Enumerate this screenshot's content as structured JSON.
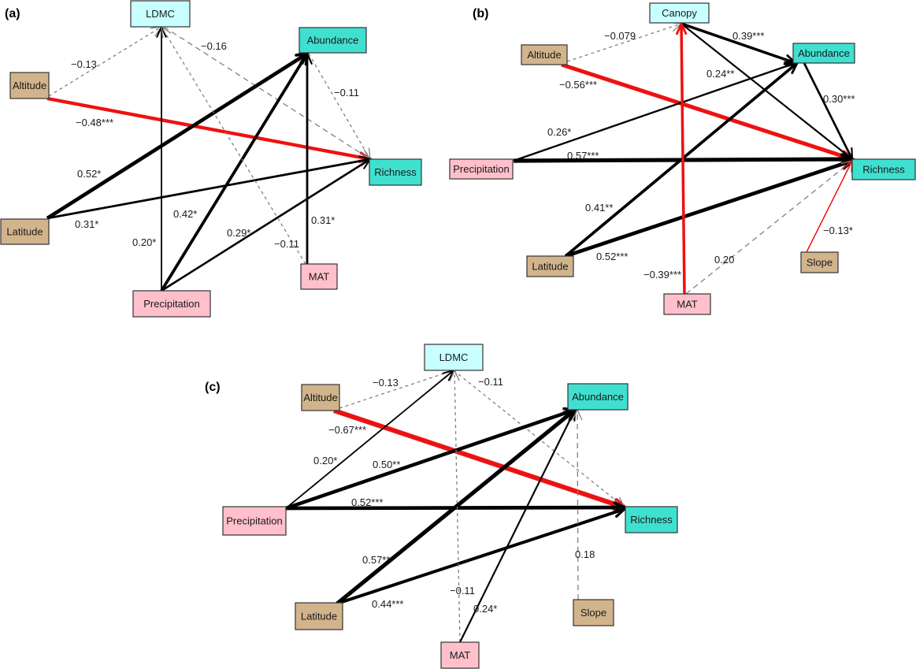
{
  "figure": {
    "legend": {
      "significant_positive": "solid black arrow",
      "significant_negative": "solid red arrow",
      "non_significant": "dashed grey arrow"
    },
    "colors": {
      "positive": "#000000",
      "negative": "#ee1111",
      "nonsignificant": "#808080",
      "trait_box": "#c8ffff",
      "response_box": "#40e0d0",
      "geo_box": "#d2b48c",
      "climate_box": "#ffc0cb",
      "box_border": "#333333"
    },
    "panels": [
      {
        "id": "a",
        "label": "(a)",
        "nodes": [
          {
            "id": "LDMC",
            "text": "LDMC",
            "type": "trait_box"
          },
          {
            "id": "Abundance",
            "text": "Abundance",
            "type": "response_box"
          },
          {
            "id": "Altitude",
            "text": "Altitude",
            "type": "geo_box"
          },
          {
            "id": "Richness",
            "text": "Richness",
            "type": "response_box"
          },
          {
            "id": "Latitude",
            "text": "Latitude",
            "type": "geo_box"
          },
          {
            "id": "MAT",
            "text": "MAT",
            "type": "climate_box"
          },
          {
            "id": "Precipitation",
            "text": "Precipitation",
            "type": "climate_box"
          }
        ],
        "edges": [
          {
            "from": "Altitude",
            "to": "LDMC",
            "coef": -0.13,
            "label": "−0.13",
            "sig": ""
          },
          {
            "from": "Altitude",
            "to": "Richness",
            "coef": -0.48,
            "label": "−0.48***",
            "sig": "***"
          },
          {
            "from": "LDMC",
            "to": "Richness",
            "coef": -0.16,
            "label": "−0.16",
            "sig": ""
          },
          {
            "from": "Abundance",
            "to": "Richness",
            "coef": -0.11,
            "label": "−0.11",
            "sig": ""
          },
          {
            "from": "Latitude",
            "to": "Abundance",
            "coef": 0.52,
            "label": "0.52*",
            "sig": "*"
          },
          {
            "from": "Latitude",
            "to": "Richness",
            "coef": 0.31,
            "label": "0.31*",
            "sig": "*"
          },
          {
            "from": "Precipitation",
            "to": "LDMC",
            "coef": 0.2,
            "label": "0.20*",
            "sig": "*"
          },
          {
            "from": "Precipitation",
            "to": "Abundance",
            "coef": 0.42,
            "label": "0.42*",
            "sig": "*"
          },
          {
            "from": "Precipitation",
            "to": "Richness",
            "coef": 0.29,
            "label": "0.29*",
            "sig": "*"
          },
          {
            "from": "MAT",
            "to": "Abundance",
            "coef": 0.31,
            "label": "0.31*",
            "sig": "*"
          },
          {
            "from": "MAT",
            "to": "LDMC",
            "coef": -0.11,
            "label": "−0.11",
            "sig": ""
          }
        ]
      },
      {
        "id": "b",
        "label": "(b)",
        "nodes": [
          {
            "id": "Canopy",
            "text": "Canopy",
            "type": "trait_box"
          },
          {
            "id": "Abundance",
            "text": "Abundance",
            "type": "response_box"
          },
          {
            "id": "Altitude",
            "text": "Altitude",
            "type": "geo_box"
          },
          {
            "id": "Precipitation",
            "text": "Precipitation",
            "type": "climate_box"
          },
          {
            "id": "Richness",
            "text": "Richness",
            "type": "response_box"
          },
          {
            "id": "Latitude",
            "text": "Latitude",
            "type": "geo_box"
          },
          {
            "id": "Slope",
            "text": "Slope",
            "type": "geo_box"
          },
          {
            "id": "MAT",
            "text": "MAT",
            "type": "climate_box"
          }
        ],
        "edges": [
          {
            "from": "Altitude",
            "to": "Canopy",
            "coef": -0.079,
            "label": "−0.079",
            "sig": ""
          },
          {
            "from": "Altitude",
            "to": "Richness",
            "coef": -0.56,
            "label": "−0.56***",
            "sig": "***"
          },
          {
            "from": "Canopy",
            "to": "Abundance",
            "coef": 0.39,
            "label": "0.39***",
            "sig": "***"
          },
          {
            "from": "Canopy",
            "to": "Richness",
            "coef": 0.24,
            "label": "0.24**",
            "sig": "**"
          },
          {
            "from": "Abundance",
            "to": "Richness",
            "coef": 0.3,
            "label": "0.30***",
            "sig": "***"
          },
          {
            "from": "Precipitation",
            "to": "Abundance",
            "coef": 0.26,
            "label": "0.26*",
            "sig": "*"
          },
          {
            "from": "Precipitation",
            "to": "Richness",
            "coef": 0.57,
            "label": "0.57***",
            "sig": "***"
          },
          {
            "from": "Latitude",
            "to": "Abundance",
            "coef": 0.41,
            "label": "0.41**",
            "sig": "**"
          },
          {
            "from": "Latitude",
            "to": "Richness",
            "coef": 0.52,
            "label": "0.52***",
            "sig": "***"
          },
          {
            "from": "MAT",
            "to": "Canopy",
            "coef": -0.39,
            "label": "−0.39***",
            "sig": "***"
          },
          {
            "from": "MAT",
            "to": "Richness",
            "coef": 0.2,
            "label": "0.20",
            "sig": ""
          },
          {
            "from": "Slope",
            "to": "Richness",
            "coef": -0.13,
            "label": "−0.13*",
            "sig": "*"
          }
        ]
      },
      {
        "id": "c",
        "label": "(c)",
        "nodes": [
          {
            "id": "LDMC",
            "text": "LDMC",
            "type": "trait_box"
          },
          {
            "id": "Altitude",
            "text": "Altitude",
            "type": "geo_box"
          },
          {
            "id": "Abundance",
            "text": "Abundance",
            "type": "response_box"
          },
          {
            "id": "Precipitation",
            "text": "Precipitation",
            "type": "climate_box"
          },
          {
            "id": "Richness",
            "text": "Richness",
            "type": "response_box"
          },
          {
            "id": "Latitude",
            "text": "Latitude",
            "type": "geo_box"
          },
          {
            "id": "Slope",
            "text": "Slope",
            "type": "geo_box"
          },
          {
            "id": "MAT",
            "text": "MAT",
            "type": "climate_box"
          }
        ],
        "edges": [
          {
            "from": "Altitude",
            "to": "LDMC",
            "coef": -0.13,
            "label": "−0.13",
            "sig": ""
          },
          {
            "from": "Altitude",
            "to": "Richness",
            "coef": -0.67,
            "label": "−0.67***",
            "sig": "***"
          },
          {
            "from": "LDMC",
            "to": "Richness",
            "coef": -0.11,
            "label": "−0.11",
            "sig": ""
          },
          {
            "from": "Precipitation",
            "to": "LDMC",
            "coef": 0.2,
            "label": "0.20*",
            "sig": "*"
          },
          {
            "from": "Precipitation",
            "to": "Abundance",
            "coef": 0.5,
            "label": "0.50**",
            "sig": "**"
          },
          {
            "from": "Precipitation",
            "to": "Richness",
            "coef": 0.52,
            "label": "0.52***",
            "sig": "***"
          },
          {
            "from": "Latitude",
            "to": "Abundance",
            "coef": 0.57,
            "label": "0.57**",
            "sig": "**"
          },
          {
            "from": "Latitude",
            "to": "Richness",
            "coef": 0.44,
            "label": "0.44***",
            "sig": "***"
          },
          {
            "from": "MAT",
            "to": "LDMC",
            "coef": -0.11,
            "label": "−0.11",
            "sig": ""
          },
          {
            "from": "MAT",
            "to": "Abundance",
            "coef": 0.24,
            "label": "0.24*",
            "sig": "*"
          },
          {
            "from": "Slope",
            "to": "Abundance",
            "coef": 0.18,
            "label": "0.18",
            "sig": ""
          }
        ]
      }
    ]
  }
}
